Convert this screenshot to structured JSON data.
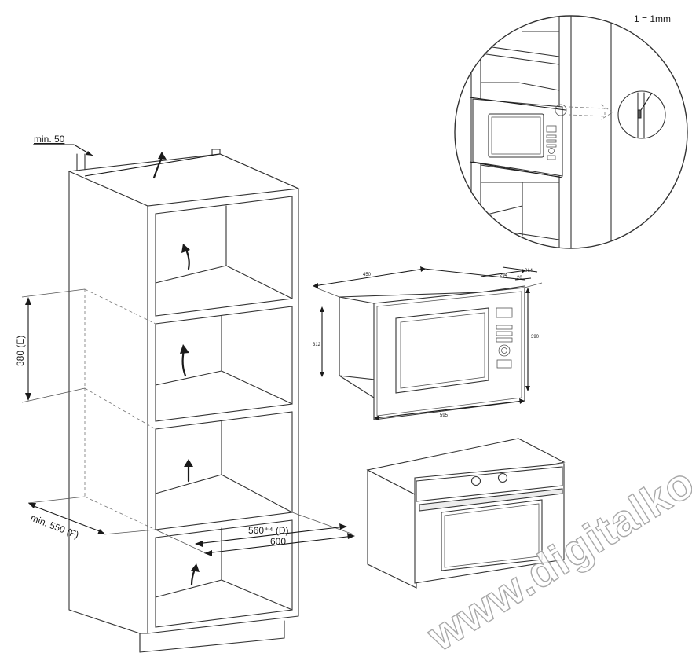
{
  "scale": {
    "label": "1 = 1mm"
  },
  "cabinet": {
    "min_top_gap_label": "min. 50",
    "niche_height_label": "380 (E)",
    "min_front_depth_label": "min. 550 (F)",
    "niche_depth_label": "560⁺⁴ (D)",
    "width_label": "600"
  },
  "microwave_dims": {
    "depth": "450",
    "body_depth": "294",
    "total_depth": "314",
    "frame_offset": "20",
    "body_height": "312",
    "frame_height": "390",
    "frame_width": "595"
  },
  "watermark": {
    "text": "www.digitalko.hu"
  },
  "colors": {
    "line": "#333333",
    "watermark_stroke": "#9a9a9a",
    "background": "#ffffff"
  }
}
